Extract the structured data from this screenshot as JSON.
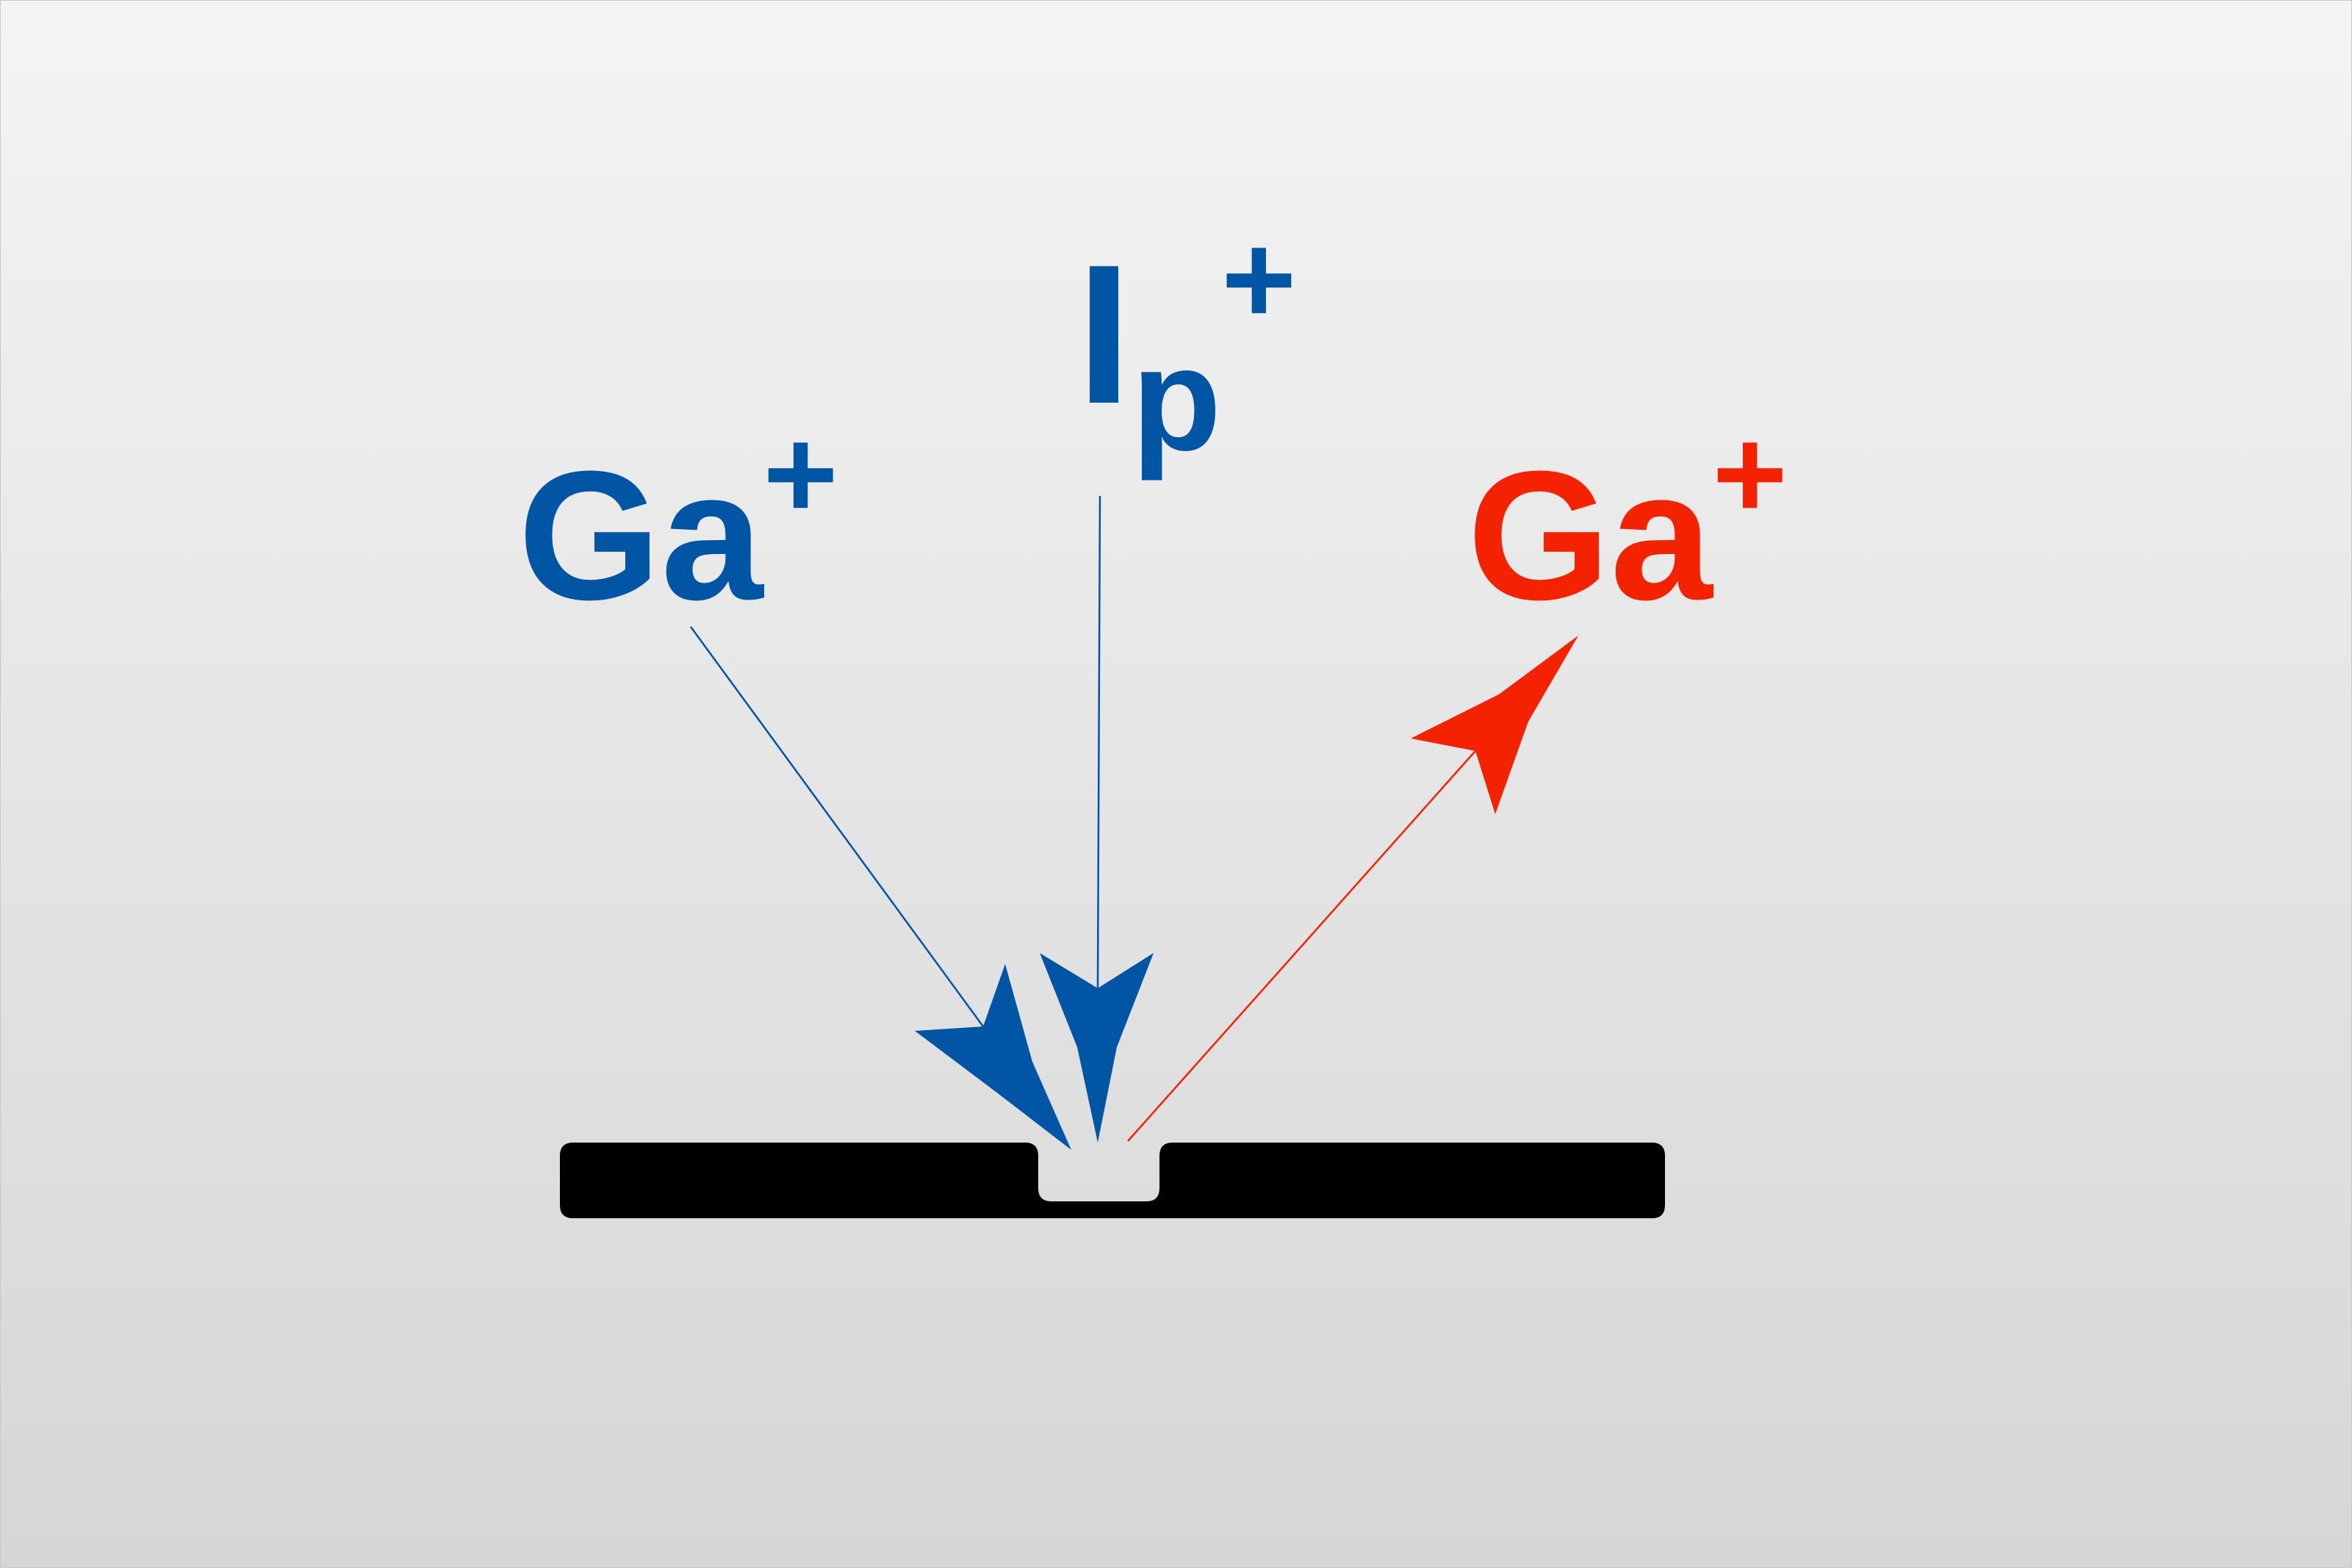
{
  "colors": {
    "incoming": "#0055a5",
    "outgoing": "#f52200",
    "sample": "#000000",
    "background_top": "#f4f4f4",
    "background_bottom": "#d6d6d6"
  },
  "labels": {
    "ga_incoming": {
      "base": "Ga",
      "sup": "+"
    },
    "ip": {
      "base": "I",
      "sub": "p",
      "sup": "+"
    },
    "ga_outgoing": {
      "base": "Ga",
      "sup": "+"
    }
  },
  "arrows": [
    {
      "name": "ga-incoming-arrow",
      "color_key": "incoming",
      "direction": "toward-surface"
    },
    {
      "name": "ip-incoming-arrow",
      "color_key": "incoming",
      "direction": "toward-surface"
    },
    {
      "name": "ga-scattered-arrow",
      "color_key": "outgoing",
      "direction": "away-from-surface"
    }
  ],
  "sample": {
    "shape": "surface-with-pit"
  }
}
